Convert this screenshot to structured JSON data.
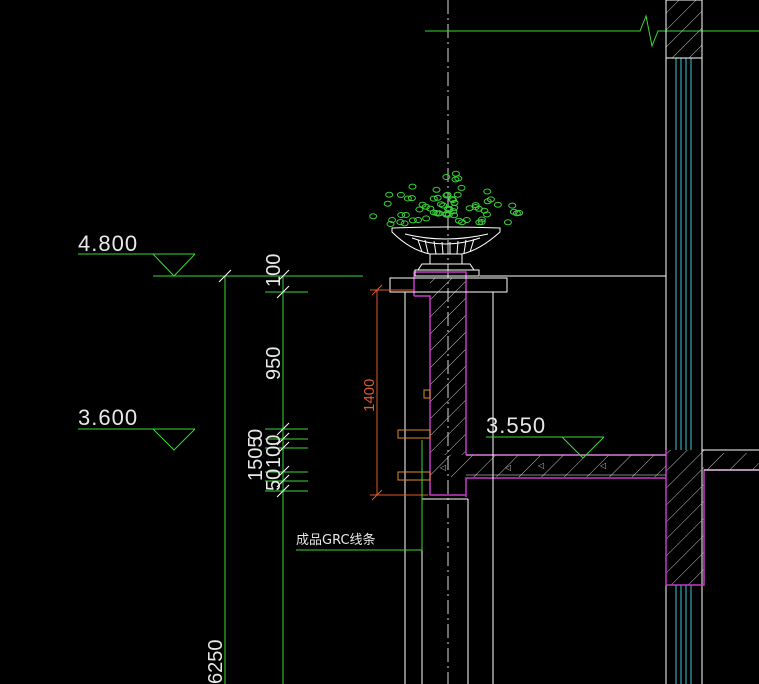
{
  "drawing": {
    "levels": [
      {
        "id": "level-4800",
        "label": "4.800"
      },
      {
        "id": "level-3600",
        "label": "3.600"
      },
      {
        "id": "level-3550",
        "label": "3.550"
      }
    ],
    "dimensions": {
      "d100": "100",
      "d950": "950",
      "d1505": "1505",
      "d0": "0",
      "d100b": "100",
      "d50": "50",
      "d1400": "1400",
      "d6250": "6250"
    },
    "note": "成品GRC线条",
    "colors": {
      "background": "#000000",
      "wall": "#ffffff",
      "outline": "#c838c8",
      "dimension": "#38d838",
      "leader": "#38d838",
      "glass": "#39c6d8",
      "red_dim": "#e05a2a",
      "hatch": "#c8c8c8",
      "plant": "#3ad13a"
    }
  }
}
